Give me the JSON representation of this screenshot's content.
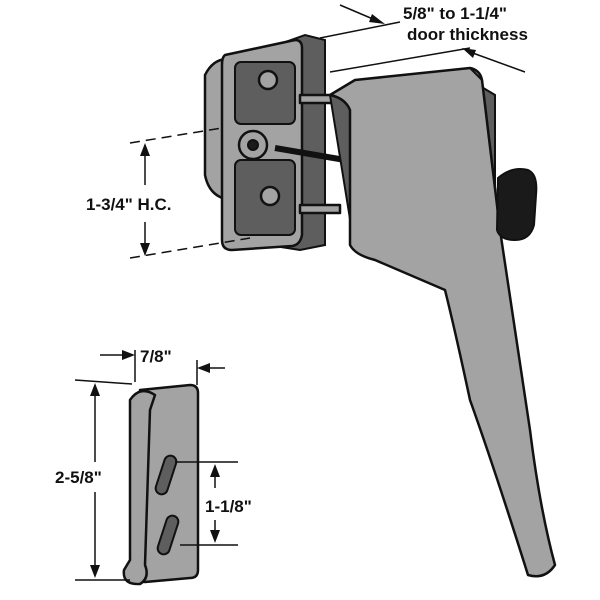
{
  "labels": {
    "door_thickness_range": "5/8\" to 1-1/4\"",
    "door_thickness_caption": "door thickness",
    "hole_centers": "1-3/4\" H.C.",
    "keeper_width": "7/8\"",
    "keeper_height": "2-5/8\"",
    "slot_spacing": "1-1/8\""
  }
}
